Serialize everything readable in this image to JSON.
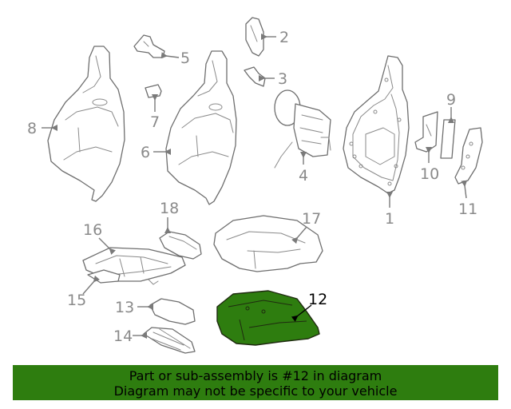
{
  "diagram": {
    "callouts": {
      "p1": "1",
      "p2": "2",
      "p3": "3",
      "p4": "4",
      "p5": "5",
      "p6": "6",
      "p7": "7",
      "p8": "8",
      "p9": "9",
      "p10": "10",
      "p11": "11",
      "p12": "12",
      "p13": "13",
      "p14": "14",
      "p15": "15",
      "p16": "16",
      "p17": "17",
      "p18": "18"
    },
    "highlighted_part": "12",
    "highlight_color": "#2e7d0f"
  },
  "banner": {
    "line1": "Part or sub-assembly is #12 in diagram",
    "line2": "Diagram may not be specific to your vehicle"
  }
}
